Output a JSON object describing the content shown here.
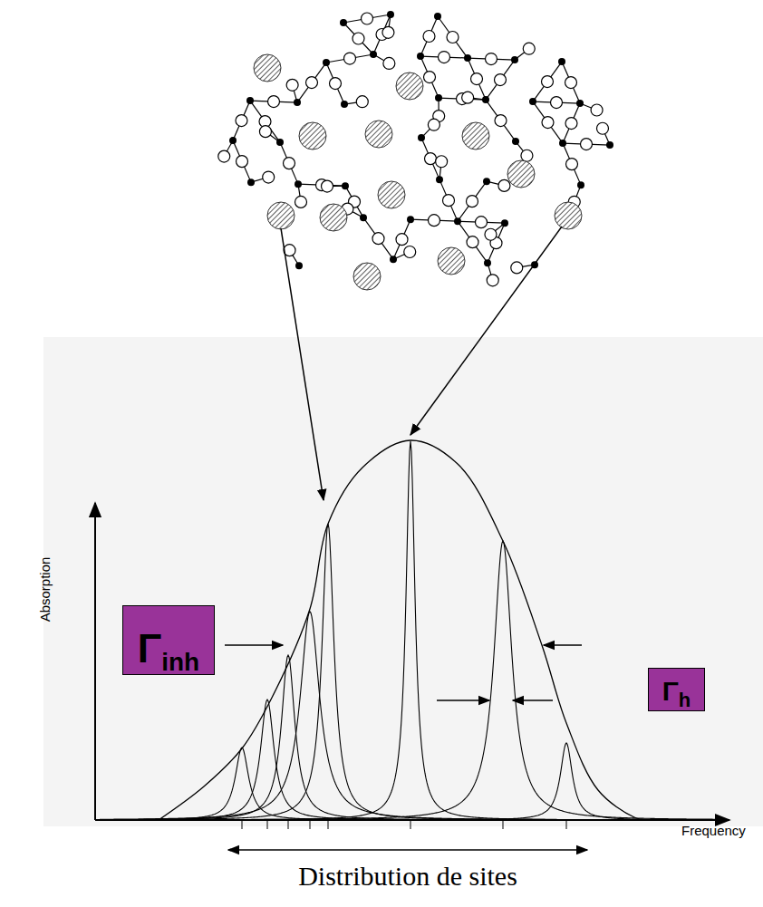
{
  "diagram": {
    "nodes": [
      {
        "text": [
          "Γ",
          "inh"
        ]
      },
      {
        "text": [
          "Γ",
          "h"
        ]
      }
    ],
    "edges": [],
    "labels": [
      "Absorption",
      "Frequency",
      "Distribution de sites"
    ]
  }
}
